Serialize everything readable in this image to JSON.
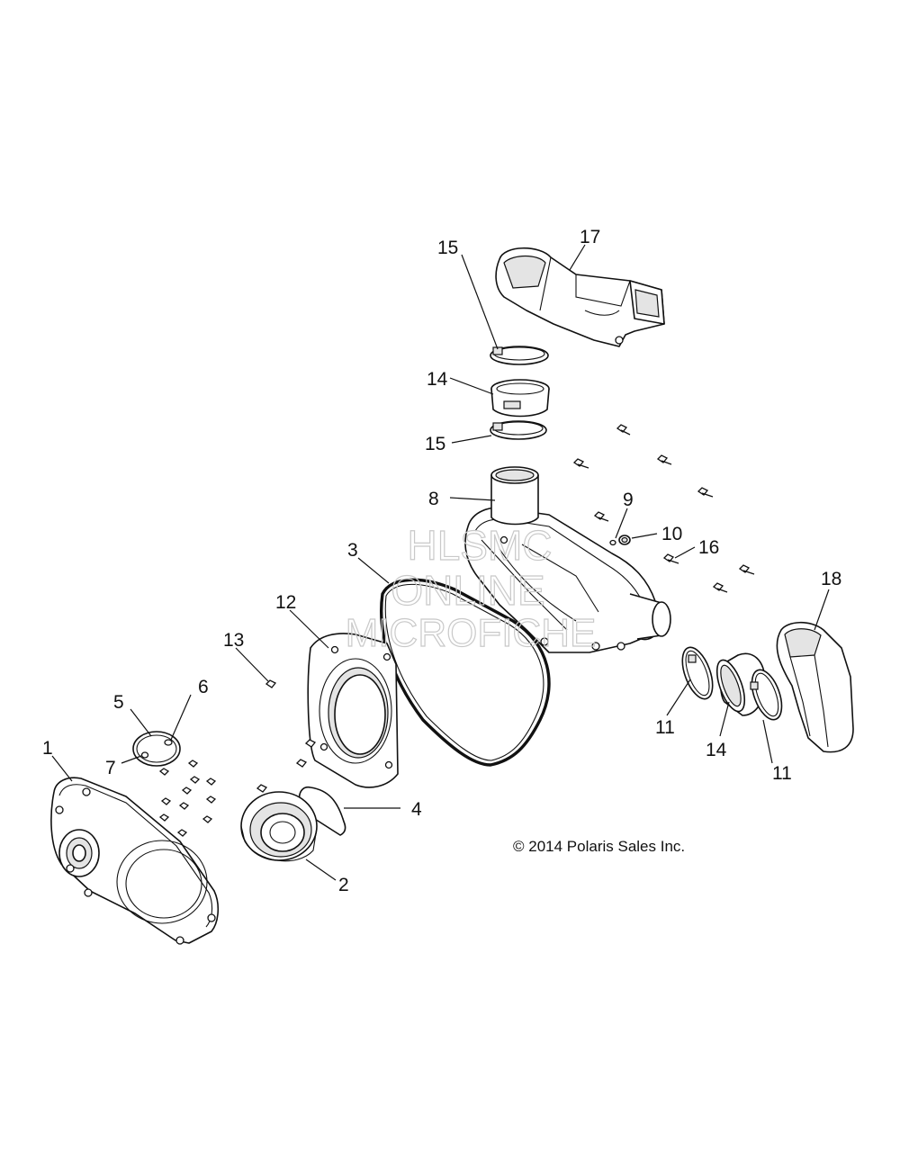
{
  "watermark": {
    "line1": "HLSMC",
    "line2": "ONLINE",
    "line3": "MICROFICHE"
  },
  "copyright": "© 2014 Polaris Sales Inc.",
  "callouts": {
    "c1": "1",
    "c2": "2",
    "c3": "3",
    "c4": "4",
    "c5": "5",
    "c6": "6",
    "c7": "7",
    "c8": "8",
    "c9": "9",
    "c10": "10",
    "c11a": "11",
    "c11b": "11",
    "c12": "12",
    "c13": "13",
    "c14a": "14",
    "c14b": "14",
    "c15a": "15",
    "c15b": "15",
    "c16": "16",
    "c17": "17",
    "c18": "18"
  }
}
